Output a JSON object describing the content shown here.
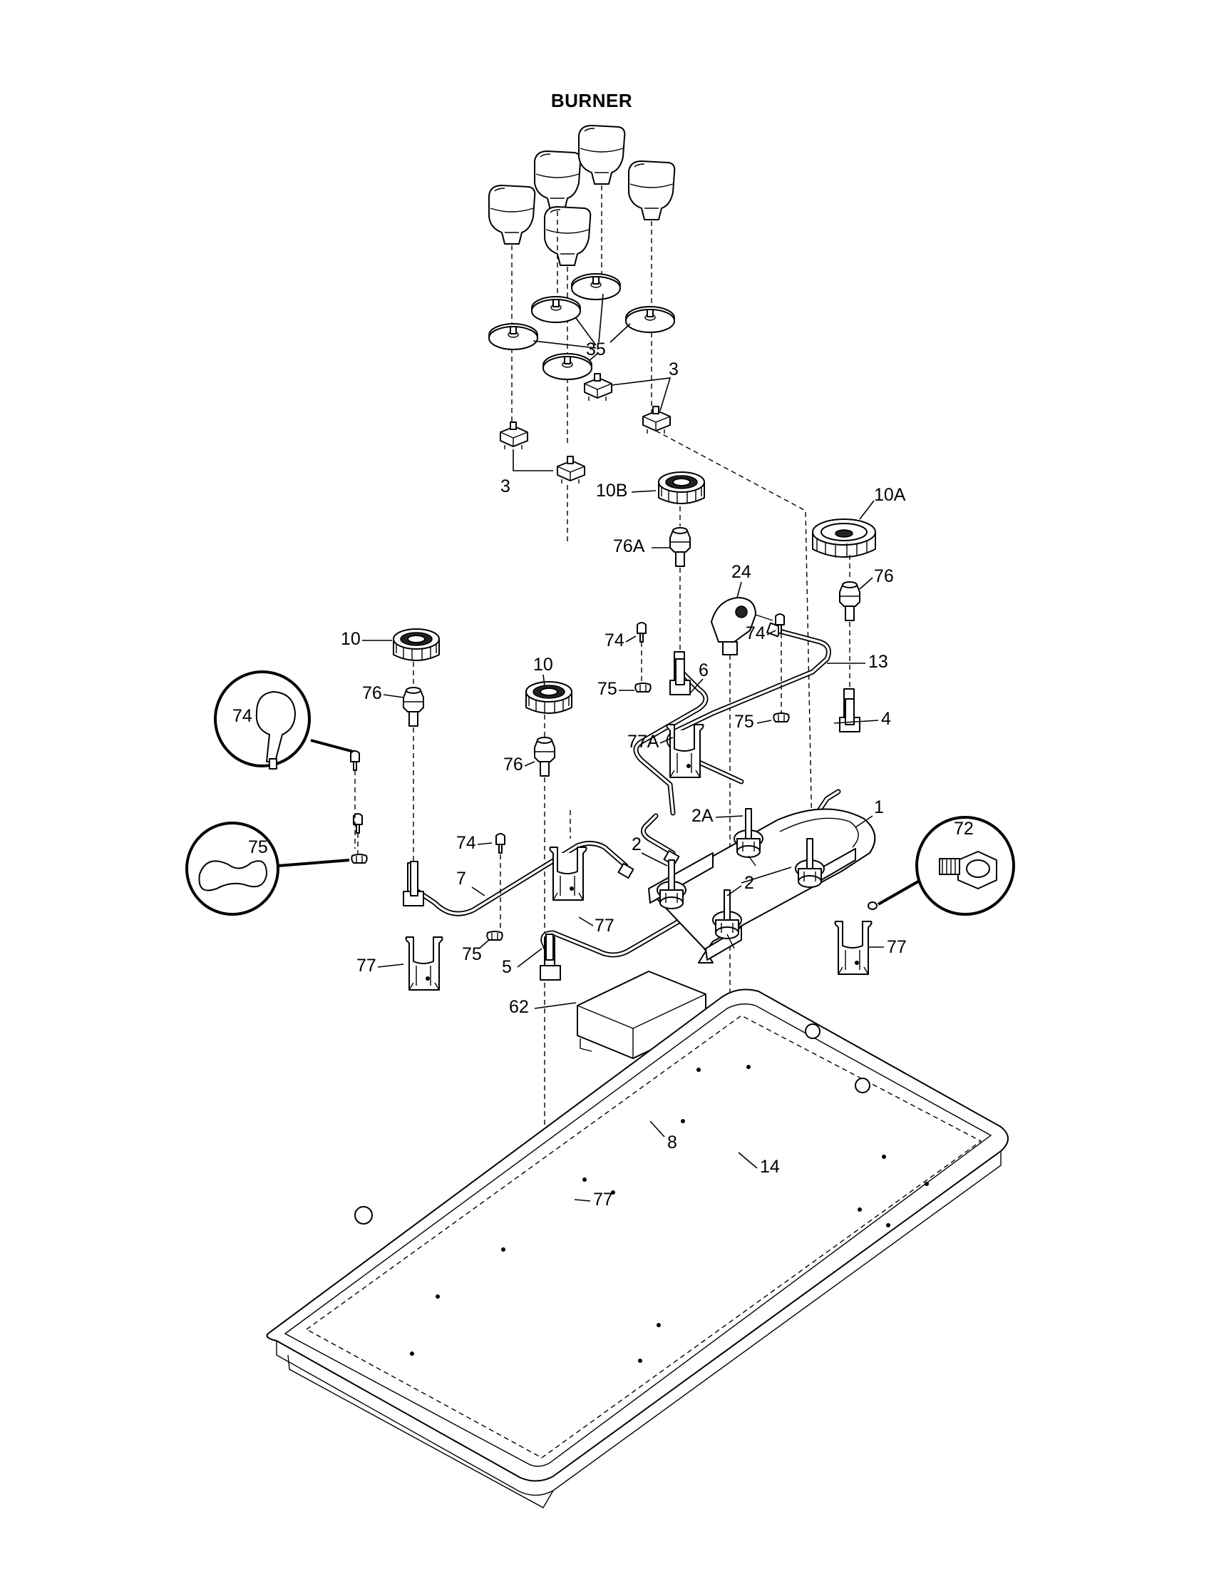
{
  "title": "BURNER",
  "labels": {
    "l35": "35",
    "l3a": "3",
    "l3b": "3",
    "l10B": "10B",
    "l10A": "10A",
    "l76A": "76A",
    "l24": "24",
    "l76a": "76",
    "l10a": "10",
    "l10b": "10",
    "l74c": "74",
    "l76b": "76",
    "l76c": "76",
    "l74a": "74",
    "l75a": "75",
    "l6": "6",
    "l13": "13",
    "l74b": "74",
    "l77A": "77A",
    "l4": "4",
    "l75b": "75",
    "l2A": "2A",
    "l1": "1",
    "l75c": "75",
    "l72": "72",
    "l74d": "74",
    "l2a": "2",
    "l2b": "2",
    "l7": "7",
    "l77a": "77",
    "l77b": "77",
    "l77c": "77",
    "l75d": "75",
    "l5": "5",
    "l62": "62",
    "l8": "8",
    "l14": "14",
    "l77d": "77"
  }
}
